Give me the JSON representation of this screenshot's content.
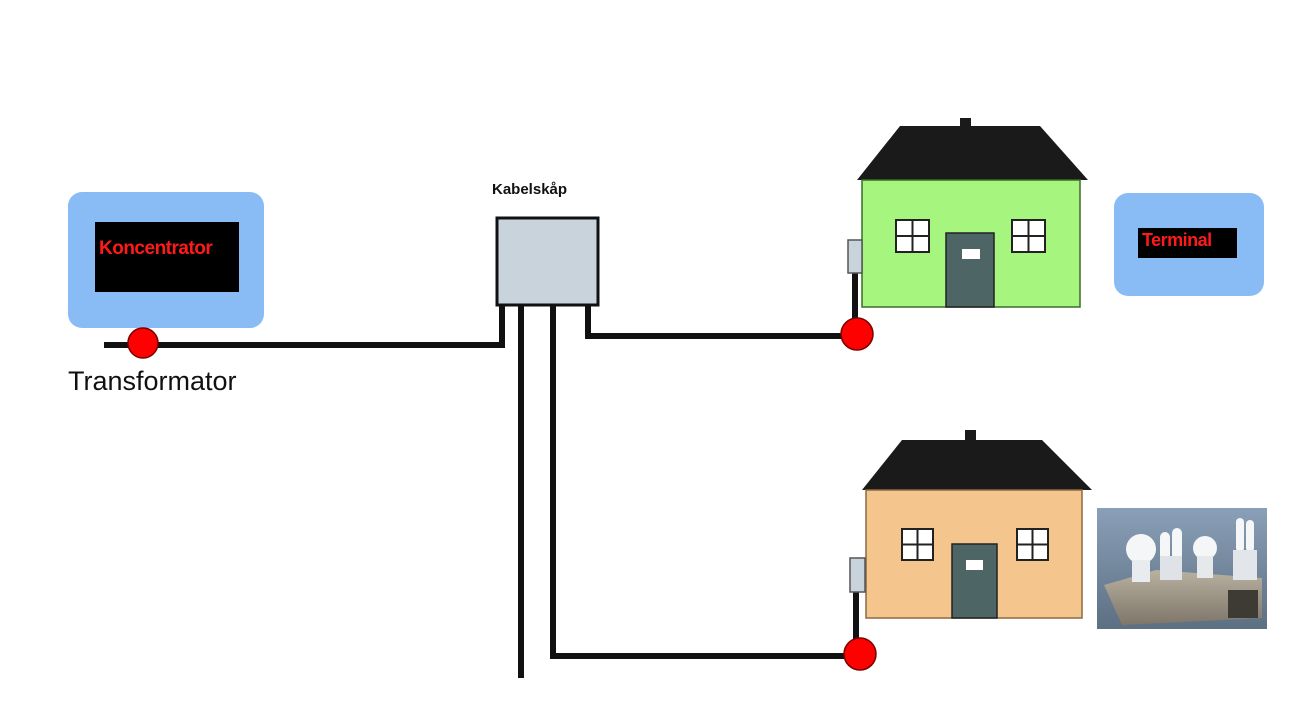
{
  "concentrator": {
    "label": "Koncentrator"
  },
  "transformer": {
    "label": "Transformator"
  },
  "cabinet": {
    "label": "Kabelskåp"
  },
  "terminal": {
    "label": "Terminal"
  },
  "houses": [
    {
      "wall_color": "#a6f57e"
    },
    {
      "wall_color": "#f5c58e"
    }
  ],
  "colors": {
    "panel_blue": "#89bcf5",
    "node_red": "#ff0000",
    "cable": "#111111",
    "cabinet_fill": "#c9d3dc",
    "roof": "#1a1a1a",
    "door": "#4e6565"
  },
  "icons": {
    "meter": "meter-box-icon",
    "node": "connection-node-icon",
    "photo": "energy-saving-bulbs-photo"
  }
}
